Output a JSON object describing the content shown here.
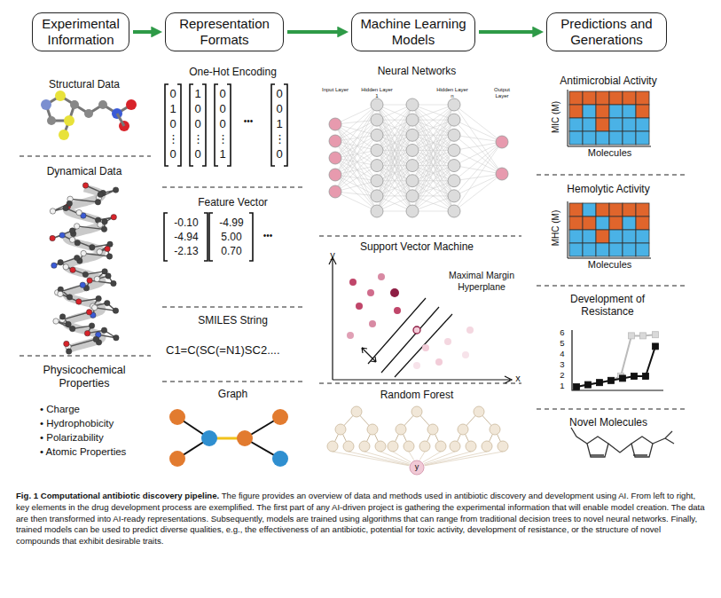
{
  "diagram": {
    "title": "Fig. 1 Computational antibiotic discovery pipeline.",
    "caption": "The figure provides an overview of data and methods used in antibiotic discovery and development using AI. From left to right, key elements in the drug development process are exemplified. The first part of any AI-driven project is gathering the experimental information that will enable model creation. The data are then transformed into AI-ready representations. Subsequently, models are trained using algorithms that can range from traditional decision trees to novel neural networks. Finally, trained models can be used to predict diverse qualities, e.g., the effectiveness of an antibiotic, potential for toxic activity, development of resistance, or the structure of novel compounds that exhibit desirable traits.",
    "nodes": [
      {
        "text": [
          "Experimental Information"
        ]
      },
      {
        "text": [
          "Representation Formats"
        ]
      },
      {
        "text": [
          "Machine Learning Models"
        ]
      },
      {
        "text": [
          "Predictions and Generations"
        ]
      }
    ],
    "edges": [
      {
        "from": 0,
        "to": 1,
        "arrow": "to"
      },
      {
        "from": 1,
        "to": 2,
        "arrow": "to"
      },
      {
        "from": 2,
        "to": 3,
        "arrow": "to"
      }
    ],
    "labels": [
      "Structural Data",
      "Dynamical Data",
      "Physicochemical Properties",
      "• Charge",
      "• Hydrophobicity",
      "• Polarizability",
      "• Atomic Properties",
      "One-Hot Encoding",
      "0 1 0 ⋮ 0",
      "1 0 0 ⋮ 0",
      "0 0 0 ⋮ 1",
      "0 0 1 ⋮ 0",
      "•••",
      "Feature Vector",
      "-0.10 -4.94 -2.13",
      "-4.99 5.00 0.70",
      "•••",
      "SMILES String",
      "C1=C(SC(=N1)SC2....",
      "Graph",
      "Neural Networks",
      "Input Layer",
      "Hidden Layer 1",
      "Hidden Layer n",
      "Output Layer",
      "Support Vector Machine",
      "Maximal Margin Hyperplane",
      "y",
      "x",
      "Random Forest",
      "y",
      "Antimicrobial Activity",
      "MIC (M)",
      "Molecules",
      "Hemolytic Activity",
      "MHC (M)",
      "Molecules",
      "Development of Resistance",
      "6",
      "5",
      "4",
      "3",
      "2",
      "1",
      "Novel Molecules"
    ]
  }
}
